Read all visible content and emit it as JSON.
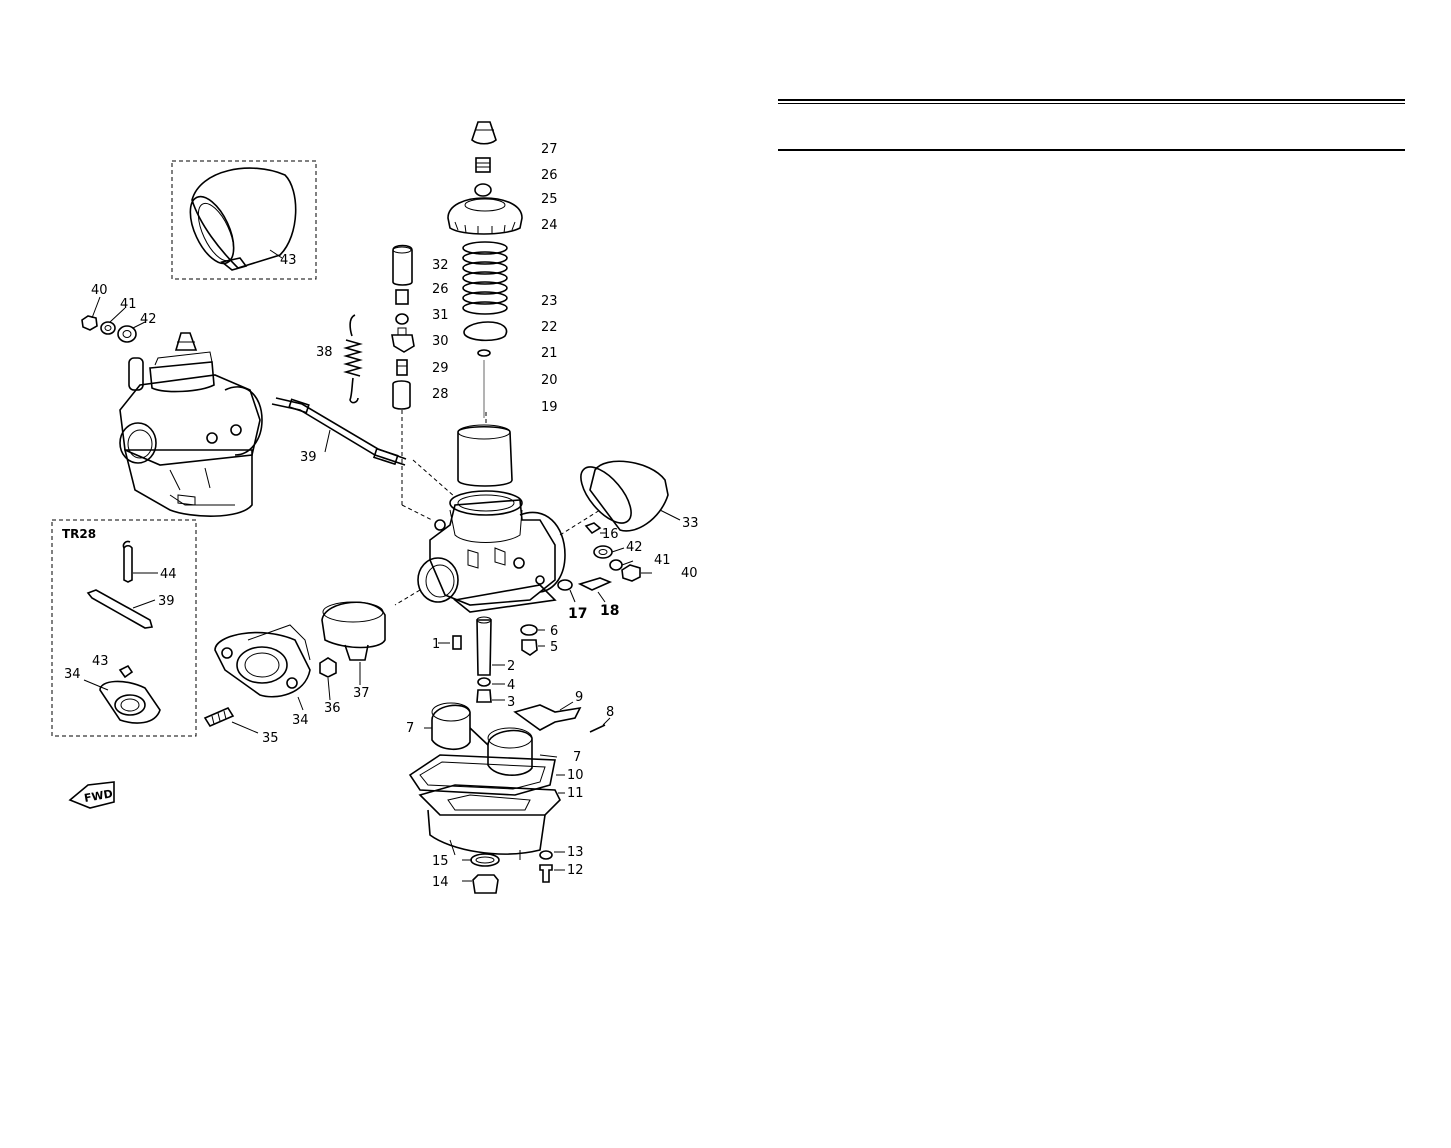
{
  "diagram": {
    "labels": {
      "p1": "1",
      "p2": "2",
      "p3": "3",
      "p4": "4",
      "p5": "5",
      "p6": "6",
      "p7a": "7",
      "p7b": "7",
      "p8": "8",
      "p9": "9",
      "p10": "10",
      "p11": "11",
      "p12": "12",
      "p13": "13",
      "p14": "14",
      "p15": "15",
      "p16": "16",
      "p17": "17",
      "p18": "18",
      "p19": "19",
      "p20": "20",
      "p21": "21",
      "p22": "22",
      "p23": "23",
      "p24": "24",
      "p25": "25",
      "p26a": "26",
      "p26b": "26",
      "p27": "27",
      "p28": "28",
      "p29": "29",
      "p30": "30",
      "p31": "31",
      "p32": "32",
      "p33": "33",
      "p34a": "34",
      "p34b": "34",
      "p35": "35",
      "p36": "36",
      "p37": "37",
      "p38": "38",
      "p39a": "39",
      "p39b": "39",
      "p40a": "40",
      "p40b": "40",
      "p41a": "41",
      "p41b": "41",
      "p42a": "42",
      "p42b": "42",
      "p43a": "43",
      "p43b": "43",
      "p44": "44"
    },
    "inset_label": "TR28",
    "fwd_label": "FWD"
  }
}
